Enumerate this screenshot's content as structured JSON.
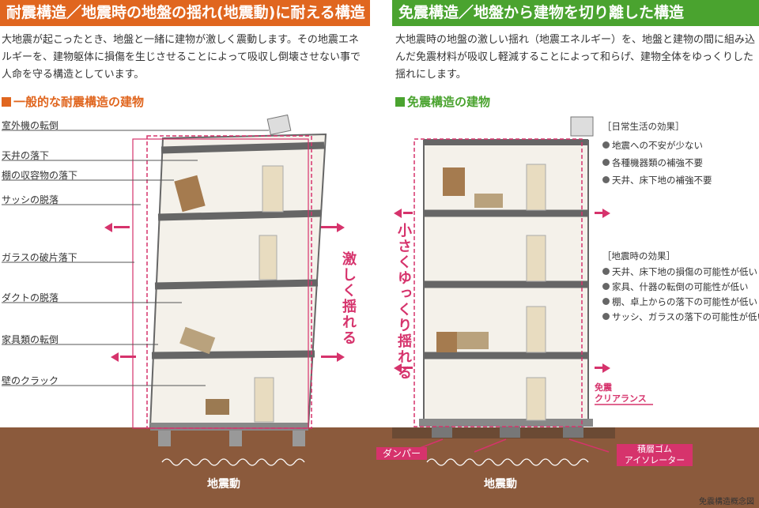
{
  "left": {
    "header": "耐震構造／地震時の地盤の揺れ(地震動)に耐える構造",
    "description": "大地震が起こったとき、地盤と一緒に建物が激しく震動します。その地震エネルギーを、建物躯体に損傷を生じさせることによって吸収し倒壊させない事で人命を守る構造としています。",
    "subtitle": "一般的な耐震構造の建物",
    "labels": [
      "室外機の転倒",
      "天井の落下",
      "棚の収容物の落下",
      "サッシの脱落",
      "ガラスの破片落下",
      "ダクトの脱落",
      "家具類の転倒",
      "壁のクラック"
    ],
    "shake_text": "激しく揺れる",
    "ground_label": "地震動"
  },
  "right": {
    "header": "免震構造／地盤から建物を切り離した構造",
    "description": "大地震時の地盤の激しい揺れ（地震エネルギー）を、地盤と建物の間に組み込んだ免震材料が吸収し軽減することによって和らげ、建物全体をゆっくりした揺れにします。",
    "subtitle": "免震構造の建物",
    "shake_text": "小さくゆっくり揺れる",
    "daily_heading": "［日常生活の効果］",
    "daily_effects": [
      "地震への不安が少ない",
      "各種機器類の補強不要",
      "天井、床下地の補強不要"
    ],
    "quake_heading": "［地震時の効果］",
    "quake_effects": [
      "天井、床下地の損傷の可能性が低い",
      "家具、什器の転倒の可能性が低い",
      "棚、卓上からの落下の可能性が低い",
      "サッシ、ガラスの落下の可能性が低い"
    ],
    "clearance_label": "免震\nクリアランス",
    "damper_label": "ダンパー",
    "isolator_label": "積層ゴム\nアイソレーター",
    "ground_label": "地震動"
  },
  "caption": "免震構造概念図",
  "colors": {
    "orange": "#e0661f",
    "green": "#4aa32f",
    "pink": "#d6336c",
    "ground": "#8b5a3c",
    "gray": "#6e6e6e"
  }
}
